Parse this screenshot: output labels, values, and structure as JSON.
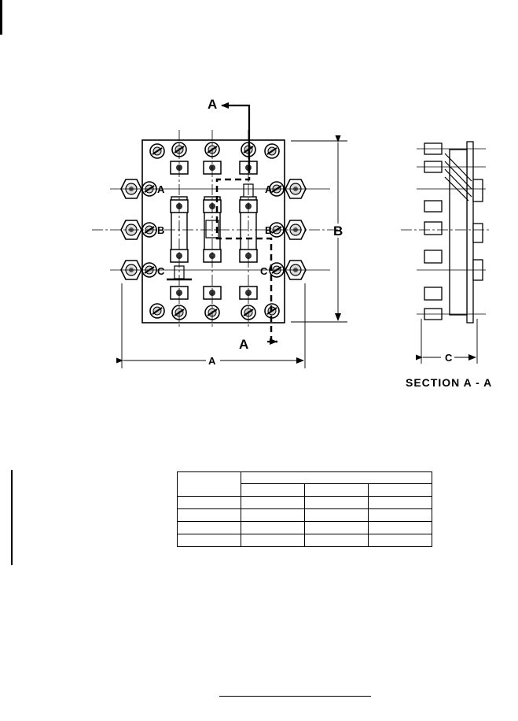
{
  "labels": {
    "section_arrow_top": "A",
    "section_arrow_bottom": "A",
    "phase_a_left": "A",
    "phase_a_right": "A",
    "phase_b_left": "B",
    "phase_b_right": "B",
    "phase_c_left": "C",
    "phase_c_right": "C",
    "dim_width": "A",
    "dim_height": "B",
    "dim_depth": "C"
  },
  "section_title": "SECTION  A - A",
  "table": {
    "header_rows": 2,
    "data_rows": 4,
    "columns": 4,
    "cells": [
      [
        "",
        "",
        "",
        ""
      ],
      [
        "",
        "",
        "",
        ""
      ],
      [
        "",
        "",
        "",
        ""
      ],
      [
        "",
        "",
        "",
        ""
      ]
    ]
  }
}
